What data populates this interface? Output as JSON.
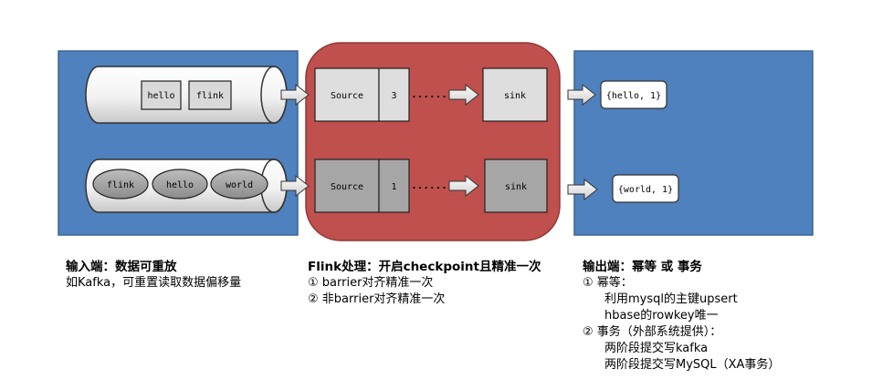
{
  "input": {
    "top_items": [
      "hello",
      "flink"
    ],
    "bottom_items": [
      "flink",
      "hello",
      "world"
    ]
  },
  "processing": {
    "rows": [
      {
        "source": "Source",
        "offset": "3",
        "dots": "......",
        "sink": "sink"
      },
      {
        "source": "Source",
        "offset": "1",
        "dots": "......",
        "sink": "sink"
      }
    ]
  },
  "output": {
    "items": [
      "{hello, 1}",
      "{world, 1}"
    ]
  },
  "captions": {
    "input": {
      "title": "输入端：数据可重放",
      "lines": [
        "如Kafka，可重置读取数据偏移量"
      ]
    },
    "processing": {
      "title": "Flink处理：开启checkpoint且精准一次",
      "lines": [
        "① barrier对齐精准一次",
        "② 非barrier对齐精准一次"
      ]
    },
    "output": {
      "title": "输出端：幂等 或 事务",
      "lines": [
        "① 幂等：",
        "利用mysql的主键upsert",
        "hbase的rowkey唯一",
        "② 事务（外部系统提供）：",
        "两阶段提交写kafka",
        "两阶段提交写MySQL（XA事务）"
      ]
    }
  },
  "colors": {
    "panel_blue": "#4e81bd",
    "panel_red": "#c0504d",
    "box_light": "#dedede",
    "box_dark": "#a6a6a6"
  }
}
